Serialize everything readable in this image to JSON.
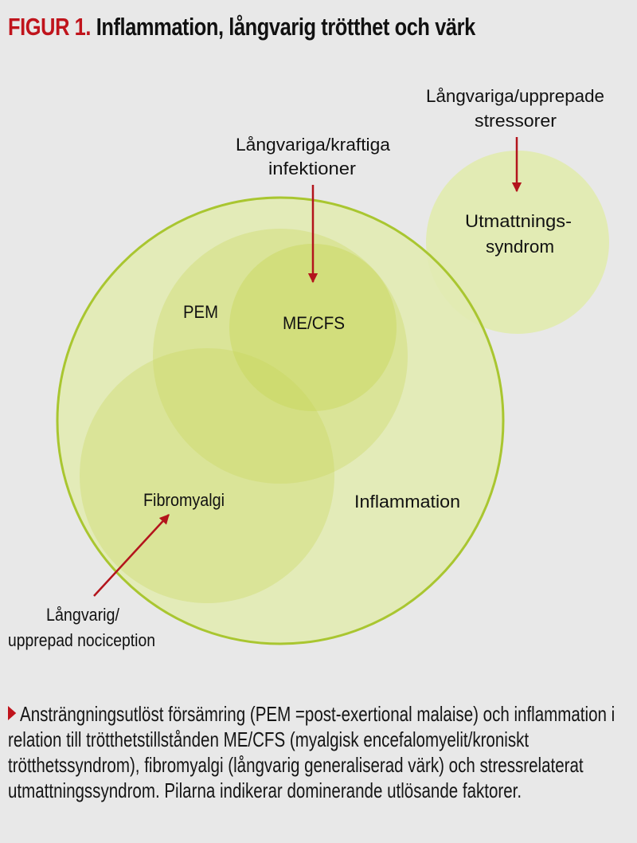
{
  "figure": {
    "label": "FIGUR 1.",
    "title": "Inflammation, långvarig trötthet och värk"
  },
  "colors": {
    "background": "#e8e8e8",
    "accent_red": "#c0141c",
    "arrow_red": "#b3141c",
    "outer_stroke": "#a9c630",
    "outer_fill": "#e2eab3",
    "inner_fill": "#c8d85c",
    "utmattning_fill": "#e2ebb4"
  },
  "sets": {
    "inflammation": "Inflammation",
    "pem": "PEM",
    "mecfs": "ME/CFS",
    "fibromyalgi": "Fibromyalgi",
    "utmattning_line1": "Utmattnings-",
    "utmattning_line2": "syndrom"
  },
  "triggers": {
    "infections_line1": "Långvariga/kraftiga",
    "infections_line2": "infektioner",
    "stressors_line1": "Långvariga/upprepade",
    "stressors_line2": "stressorer",
    "nociception_line1": "Långvarig/",
    "nociception_line2": "upprepad nociception"
  },
  "caption": {
    "text": "Ansträngningsutlöst försämring (PEM =post-exertional malaise) och inflammation i relation till trötthetstillstånden ME/CFS (myalgisk encefalomyelit/kroniskt trötthetssyndrom), fibromyalgi (långvarig generaliserad värk) och stressrelaterat utmattningssyndrom. Pilarna indikerar dominerande utlösande faktorer."
  }
}
